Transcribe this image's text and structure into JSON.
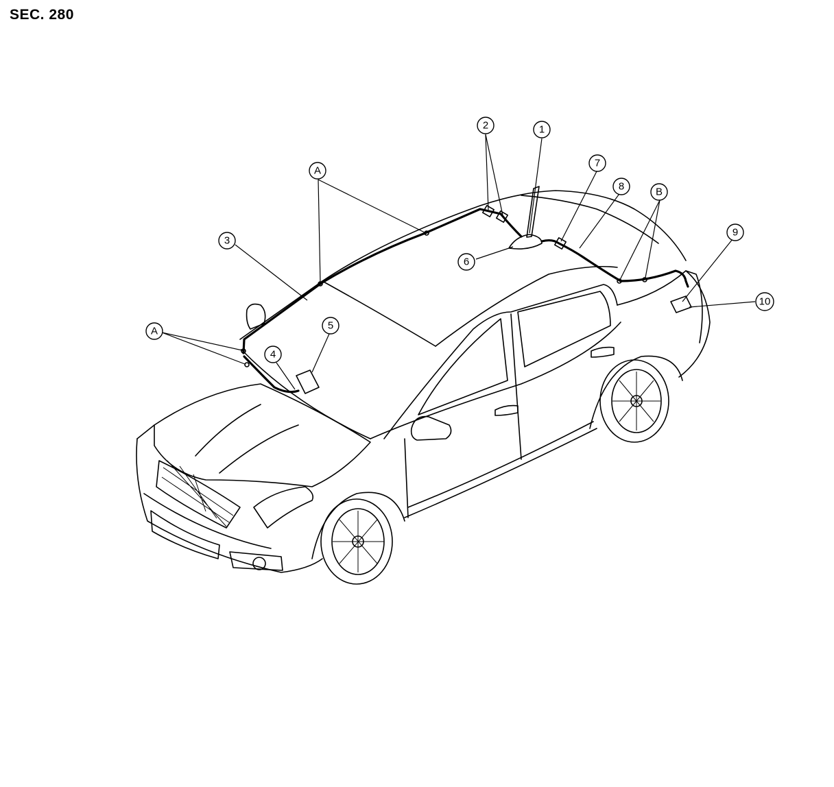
{
  "section": "SEC. 280",
  "callouts": [
    {
      "id": "1",
      "label": "1"
    },
    {
      "id": "2",
      "label": "2"
    },
    {
      "id": "3",
      "label": "3"
    },
    {
      "id": "4",
      "label": "4"
    },
    {
      "id": "5",
      "label": "5"
    },
    {
      "id": "6",
      "label": "6"
    },
    {
      "id": "7",
      "label": "7"
    },
    {
      "id": "8",
      "label": "8"
    },
    {
      "id": "9",
      "label": "9"
    },
    {
      "id": "10",
      "label": "10"
    },
    {
      "id": "A-top",
      "label": "A"
    },
    {
      "id": "A-left",
      "label": "A"
    },
    {
      "id": "B",
      "label": "B"
    }
  ]
}
